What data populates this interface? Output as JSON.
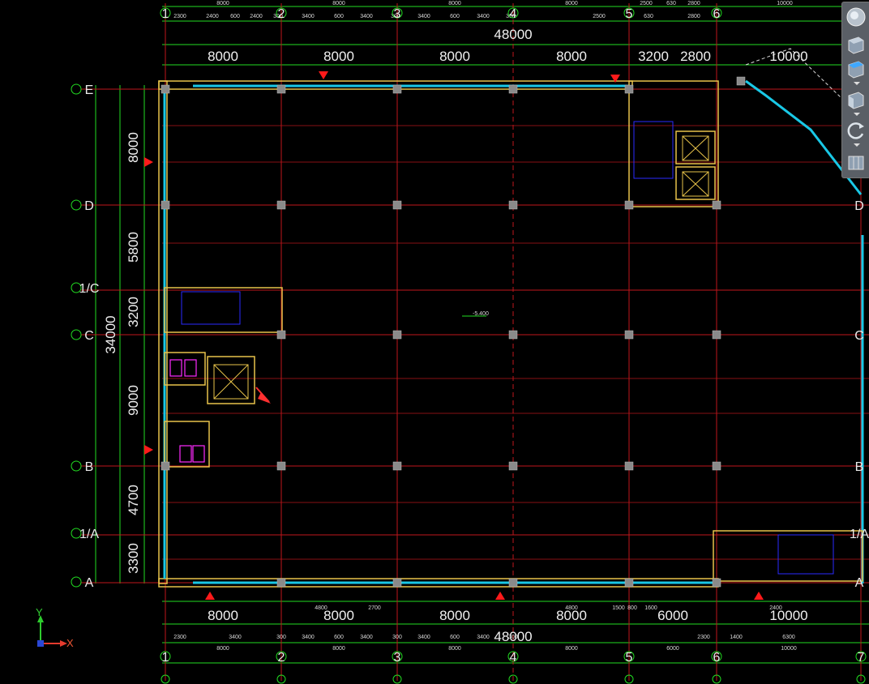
{
  "top_dims": {
    "total": "48000",
    "spans": [
      "8000",
      "8000",
      "8000",
      "8000",
      "3200",
      "2800",
      "10000"
    ],
    "detail_row1": [
      "8000",
      "8000",
      "8000",
      "8000",
      "2500",
      "630",
      "2800",
      "10000"
    ],
    "detail_row2": [
      "2300",
      "2400",
      "600",
      "2400",
      "300",
      "3400",
      "600",
      "3400",
      "300",
      "3400",
      "600",
      "3400",
      "300",
      "2500",
      "630",
      "2800"
    ]
  },
  "bottom_dims": {
    "total": "48000",
    "spans": [
      "8000",
      "8000",
      "8000",
      "8000",
      "6000",
      "10000"
    ],
    "detail_row1": [
      "4800",
      "2700",
      "4800",
      "1500",
      "800",
      "1600",
      "2400"
    ],
    "detail_row2": [
      "2300",
      "3400",
      "300",
      "3400",
      "600",
      "3400",
      "300",
      "3400",
      "600",
      "3400",
      "300",
      "2300",
      "1400",
      "6300"
    ],
    "detail_row3": [
      "8000",
      "8000",
      "8000",
      "8000",
      "6000",
      "10000"
    ]
  },
  "left_dims": {
    "total": "34000",
    "spans": [
      "8000",
      "5800",
      "3200",
      "9000",
      "4700",
      "3300"
    ]
  },
  "axes_top": [
    "1",
    "2",
    "3",
    "4",
    "5",
    "6"
  ],
  "axes_bottom": [
    "1",
    "2",
    "3",
    "4",
    "5",
    "6",
    "7"
  ],
  "axes_left": [
    "E",
    "D",
    "1/C",
    "C",
    "B",
    "1/A",
    "A"
  ],
  "axes_right": [
    "D",
    "C",
    "B",
    "1/A",
    "A"
  ],
  "ucs": {
    "x_label": "X",
    "y_label": "Y"
  },
  "nav_tools": [
    "steering-wheel",
    "view-cube-3d",
    "view-top",
    "view-front",
    "orbit",
    "show-motion"
  ],
  "room_note": "-5.400",
  "colors": {
    "grid": "#c0161b",
    "wall": "#19c8e6",
    "column": "#8a8a8a",
    "dim": "#22dd22",
    "frame": "#e8c34a",
    "stair": "#2a2aff",
    "wc": "#ff2aff"
  }
}
